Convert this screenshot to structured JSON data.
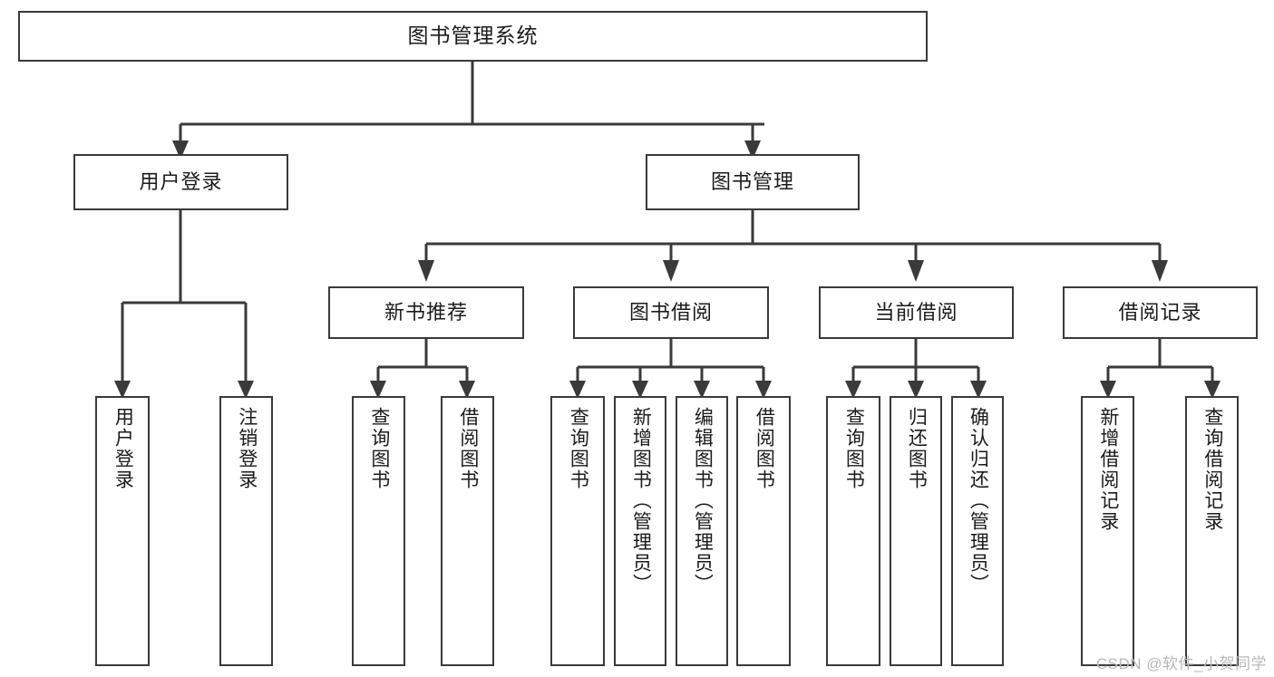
{
  "diagram": {
    "title": "图书管理系统",
    "type": "tree-hierarchy",
    "colors": {
      "box_border": "#3a3a3a",
      "box_fill": "#ffffff",
      "edge": "#3a3a3a",
      "text": "#1b1b1b",
      "watermark": "#b8b8b8"
    },
    "root": {
      "label": "图书管理系统"
    },
    "level1": [
      {
        "label": "用户登录"
      },
      {
        "label": "图书管理"
      }
    ],
    "level2": [
      {
        "label": "新书推荐"
      },
      {
        "label": "图书借阅"
      },
      {
        "label": "当前借阅"
      },
      {
        "label": "借阅记录"
      }
    ],
    "leaves": {
      "user_login": [
        {
          "label": "用户登录"
        },
        {
          "label": "注销登录"
        }
      ],
      "new_book_recommend": [
        {
          "label": "查询图书"
        },
        {
          "label": "借阅图书"
        }
      ],
      "book_borrow": [
        {
          "label": "查询图书"
        },
        {
          "label": "新增图书（管理员）"
        },
        {
          "label": "编辑图书（管理员）"
        },
        {
          "label": "借阅图书"
        }
      ],
      "current_borrow": [
        {
          "label": "查询图书"
        },
        {
          "label": "归还图书"
        },
        {
          "label": "确认归还（管理员）"
        }
      ],
      "borrow_record": [
        {
          "label": "新增借阅记录"
        },
        {
          "label": "查询借阅记录"
        }
      ]
    }
  },
  "watermark": {
    "text": "CSDN @软件_小贺同学"
  }
}
